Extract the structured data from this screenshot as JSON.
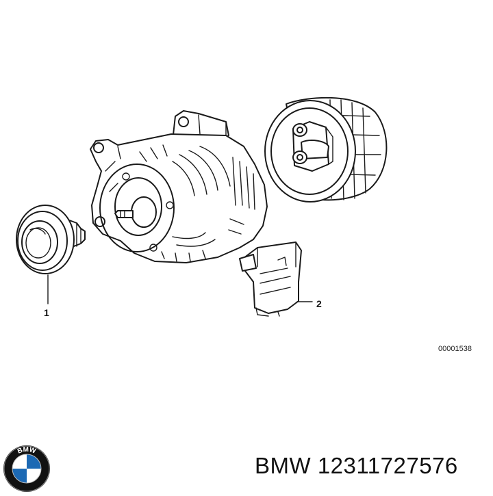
{
  "diagram": {
    "callouts": [
      {
        "id": "1"
      },
      {
        "id": "2"
      }
    ],
    "drawing_number": "00001538"
  },
  "footer": {
    "logo_letters": "BMW",
    "brand": "BMW",
    "part_number": "12311727576"
  },
  "colors": {
    "line": "#1a1a1a",
    "logo_blue": "#1c69b4",
    "logo_black": "#111111"
  }
}
